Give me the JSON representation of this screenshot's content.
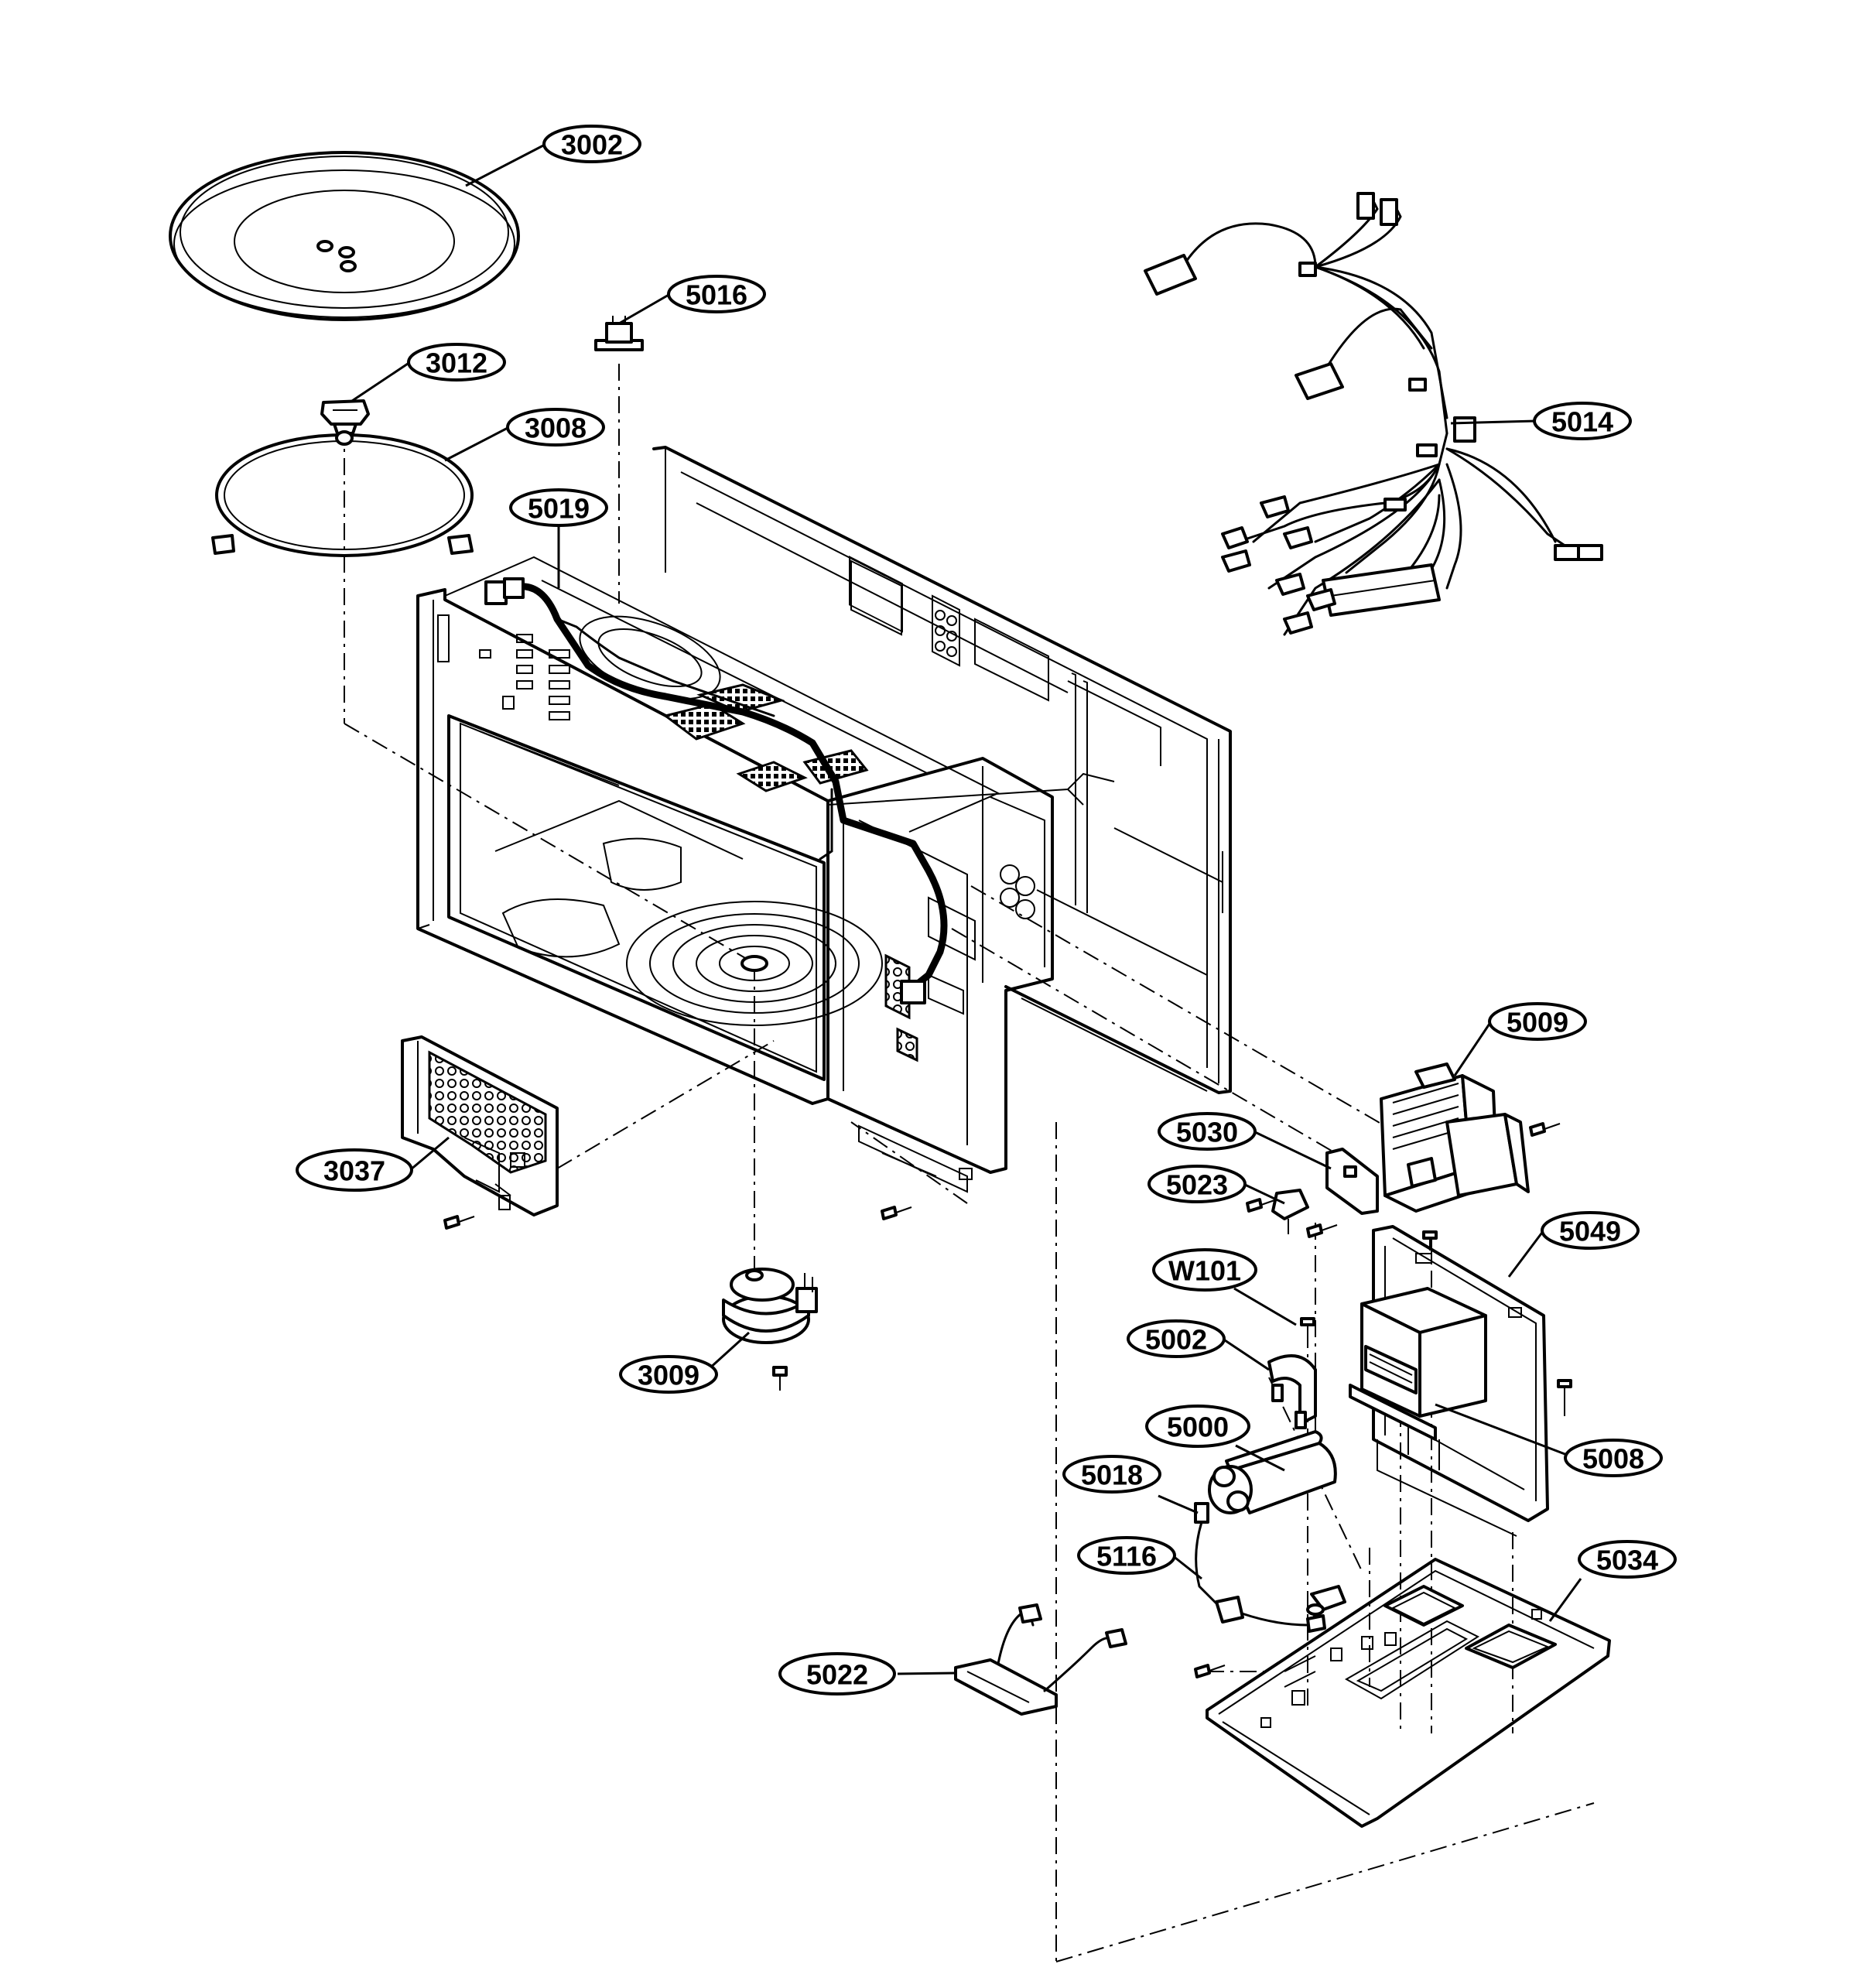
{
  "callouts": [
    {
      "id": "3002",
      "label": "3002"
    },
    {
      "id": "5016",
      "label": "5016"
    },
    {
      "id": "3012",
      "label": "3012"
    },
    {
      "id": "3008",
      "label": "3008"
    },
    {
      "id": "5019",
      "label": "5019"
    },
    {
      "id": "5014",
      "label": "5014"
    },
    {
      "id": "5009",
      "label": "5009"
    },
    {
      "id": "5030",
      "label": "5030"
    },
    {
      "id": "5023",
      "label": "5023"
    },
    {
      "id": "3037",
      "label": "3037"
    },
    {
      "id": "5049",
      "label": "5049"
    },
    {
      "id": "W101",
      "label": "W101"
    },
    {
      "id": "5002",
      "label": "5002"
    },
    {
      "id": "3009",
      "label": "3009"
    },
    {
      "id": "5000",
      "label": "5000"
    },
    {
      "id": "5008",
      "label": "5008"
    },
    {
      "id": "5018",
      "label": "5018"
    },
    {
      "id": "5116",
      "label": "5116"
    },
    {
      "id": "5034",
      "label": "5034"
    },
    {
      "id": "5022",
      "label": "5022"
    }
  ]
}
